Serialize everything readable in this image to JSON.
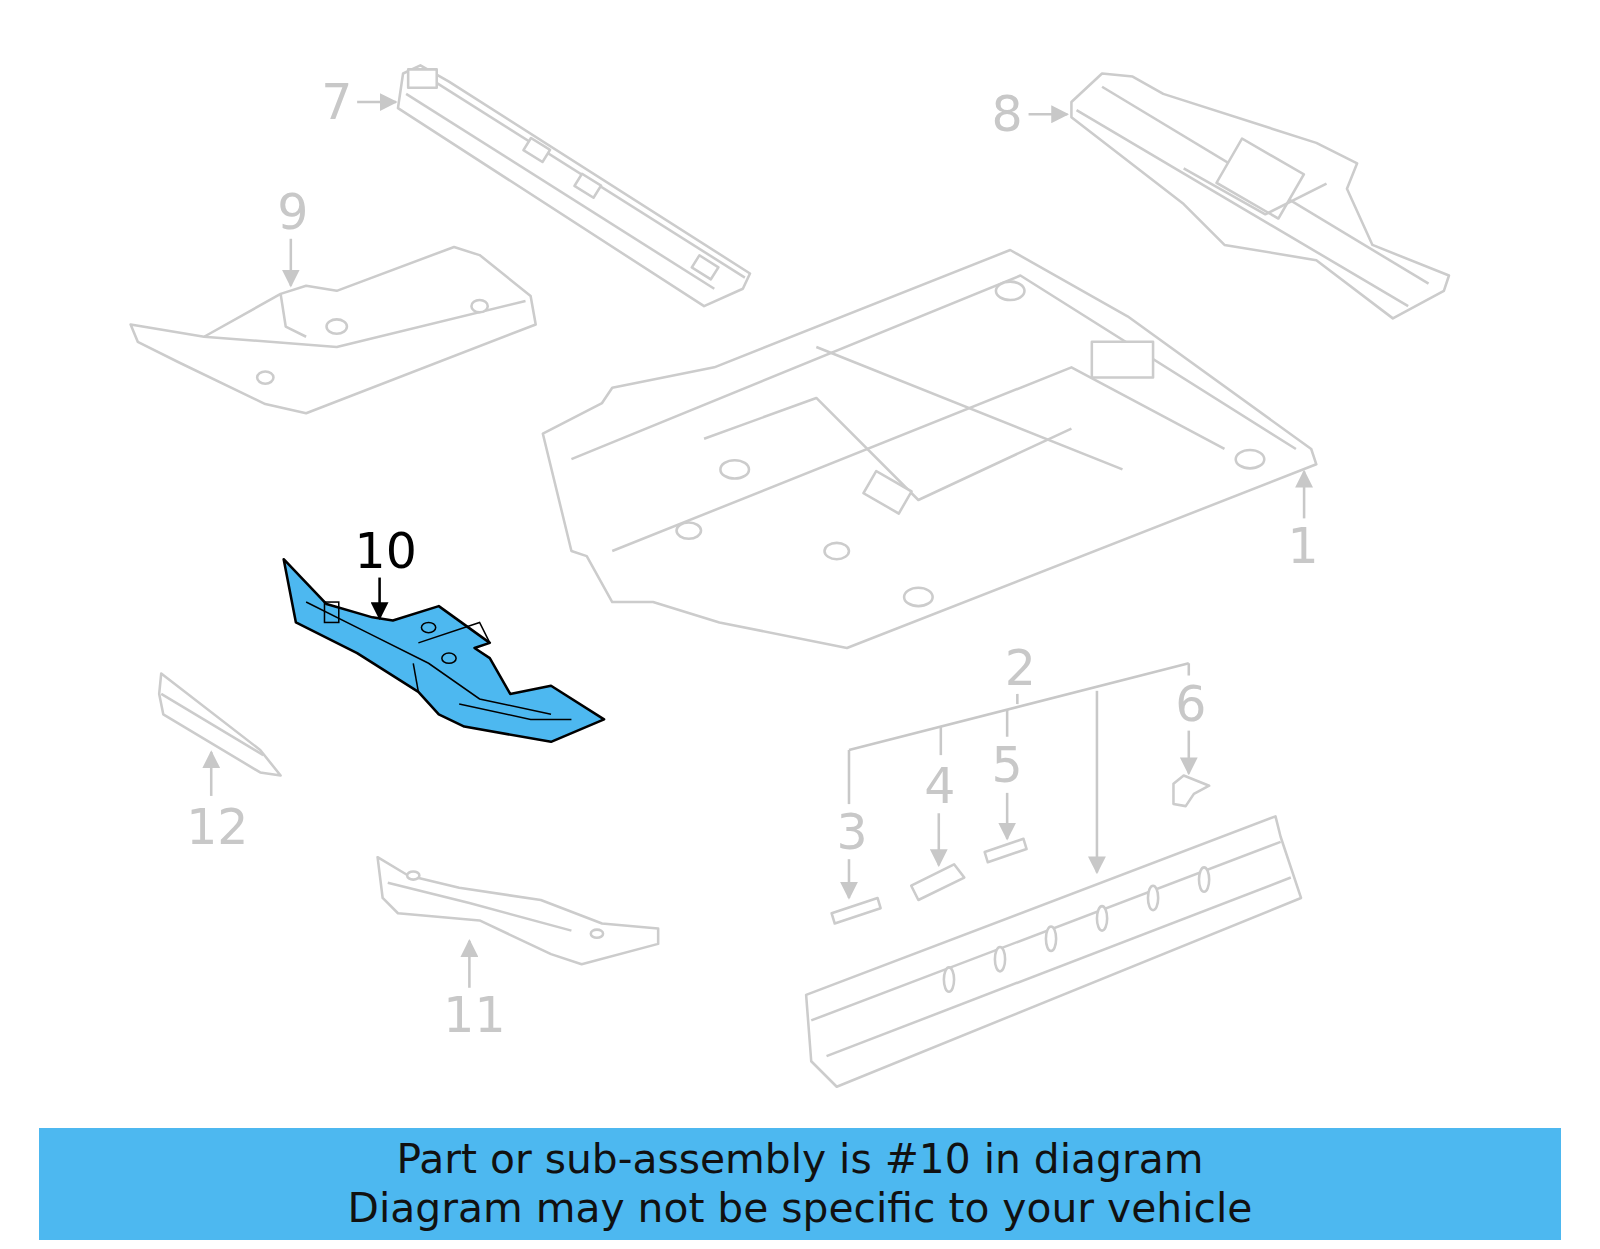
{
  "diagram": {
    "nodes": [
      {
        "text": [
          "Part or sub-assembly is #10 in diagram",
          "Diagram may not be specific to your vehicle"
        ]
      }
    ],
    "labels": [
      "7",
      "8",
      "9",
      "10",
      "1",
      "2",
      "6",
      "5",
      "4",
      "12",
      "3",
      "11"
    ]
  }
}
